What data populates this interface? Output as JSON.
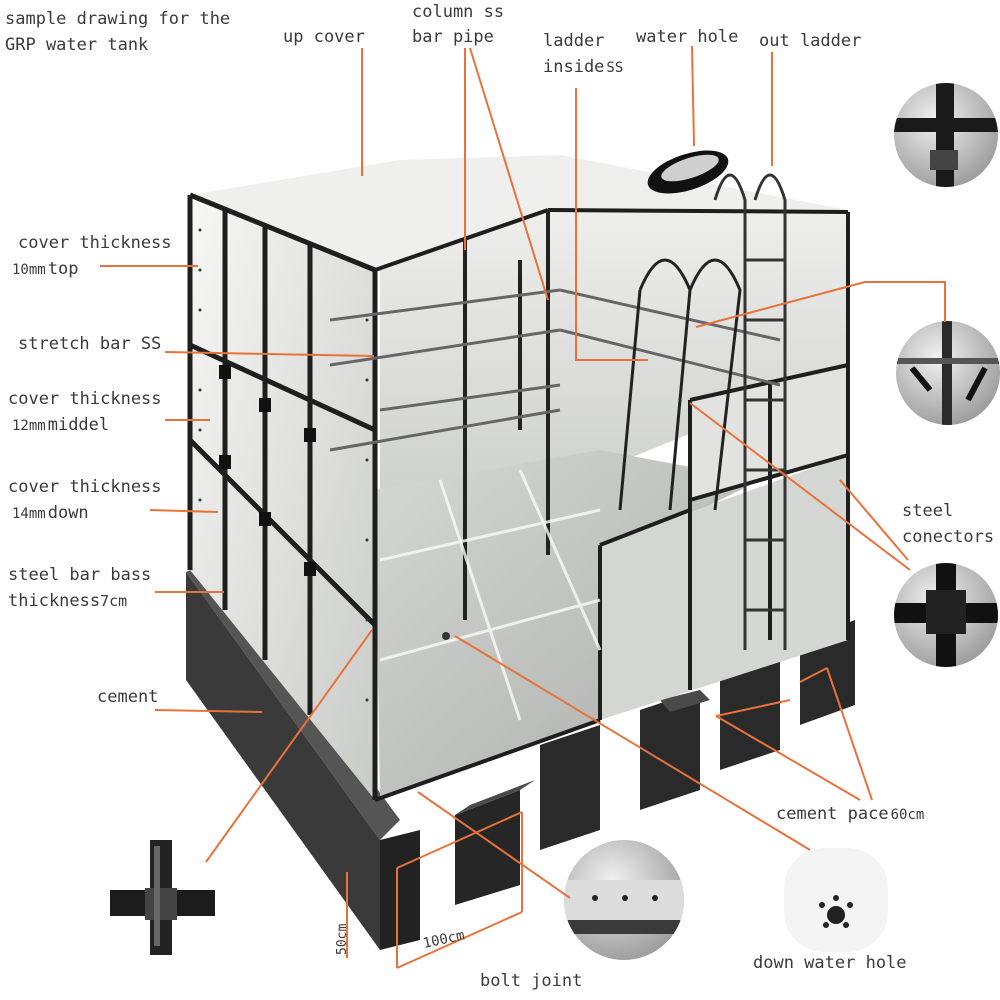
{
  "diagram": {
    "title_line1": "sample drawing for the",
    "title_line2": "GRP water tank",
    "accent_color": "#e8733a",
    "labels": {
      "up_cover": "up cover",
      "column_line1": "column ss",
      "column_line2": "bar pipe",
      "ladder_inside_line1": "ladder",
      "ladder_inside_line2": "inside",
      "ladder_inside_unit": "SS",
      "water_hole": "water hole",
      "out_ladder": "out ladder",
      "cover_top_line1": "cover thickness",
      "cover_top_unit": "10mm",
      "cover_top_word": "top",
      "stretch_bar": "stretch bar SS",
      "cover_mid_line1": "cover thickness",
      "cover_mid_unit": "12mm",
      "cover_mid_word": "middel",
      "cover_down_line1": "cover thickness",
      "cover_down_unit": "14mm",
      "cover_down_word": "down",
      "steel_bar_line1": "steel bar bass",
      "steel_bar_line2": "thickness",
      "steel_bar_unit": "7cm",
      "cement": "cement",
      "steel_connectors_line1": "steel",
      "steel_connectors_line2": "conectors",
      "cement_pace": "cement pace",
      "cement_pace_unit": "60cm",
      "dim_height": "50cm",
      "dim_width": "100cm",
      "bolt_joint": "bolt joint",
      "down_water_hole": "down water hole"
    }
  }
}
